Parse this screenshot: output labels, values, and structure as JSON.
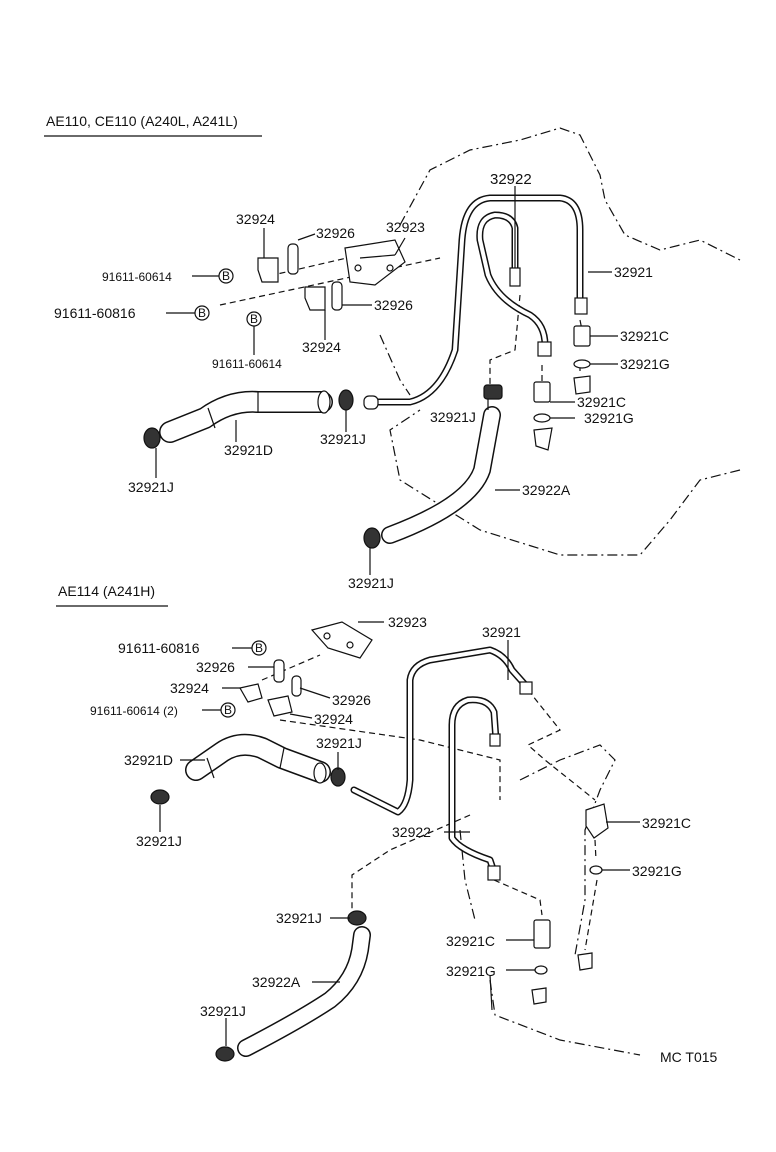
{
  "sections": [
    {
      "title": "AE110, CE110 (A240L, A241L)"
    },
    {
      "title": "AE114 (A241H)"
    }
  ],
  "labels": {
    "s1": {
      "p32922": "32922",
      "p32921": "32921",
      "p32921C_a": "32921C",
      "p32921G_a": "32921G",
      "p32921C_b": "32921C",
      "p32921G_b": "32921G",
      "p32924_a": "32924",
      "p32926_a": "32926",
      "p32923": "32923",
      "b91611_60614_a": "91611-60614",
      "b91611_60816": "91611-60816",
      "p32926_b": "32926",
      "b91611_60614_b": "91611-60614",
      "p32924_b": "32924",
      "p32921J_a": "32921J",
      "p32921J_b": "32921J",
      "p32921D": "32921D",
      "p32921J_c": "32921J",
      "p32922A": "32922A",
      "p32921J_d": "32921J"
    },
    "s2": {
      "p32923": "32923",
      "b91611_60816": "91611-60816",
      "p32926_a": "32926",
      "p32924_a": "32924",
      "p32926_b": "32926",
      "b91611_60614": "91611-60614 (2)",
      "p32924_b": "32924",
      "p32921": "32921",
      "p32921D": "32921D",
      "p32921J_a": "32921J",
      "p32921J_b": "32921J",
      "p32922": "32922",
      "p32921C_a": "32921C",
      "p32921G_a": "32921G",
      "p32921J_c": "32921J",
      "p32921C_b": "32921C",
      "p32921G_b": "32921G",
      "p32922A": "32922A",
      "p32921J_d": "32921J"
    }
  },
  "bolt_marker": "B",
  "figure_code": "MC  T015"
}
